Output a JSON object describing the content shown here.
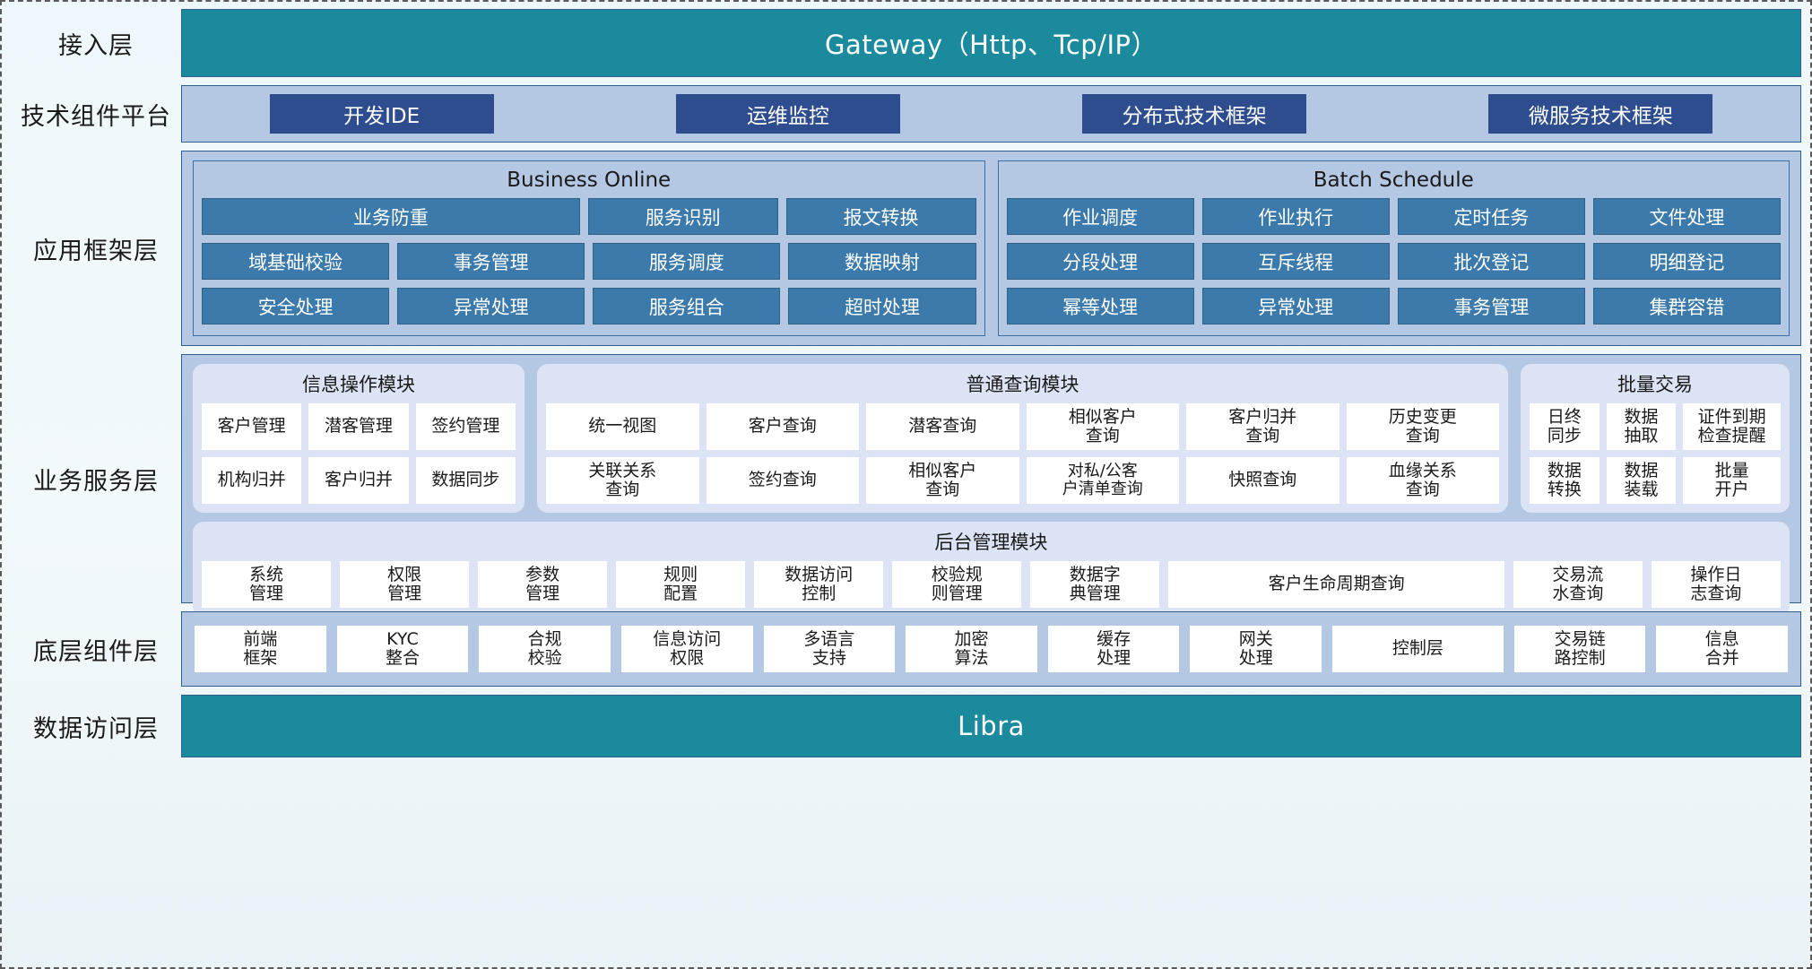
{
  "diagram": {
    "title": "Enterprise Application Architecture",
    "colors": {
      "teal": "#1b8a9c",
      "dark_blue": "#2e4d8f",
      "mid_blue": "#3b7aab",
      "panel_blue": "#b4c7e3",
      "module_blue": "#dbe3f4",
      "white": "#ffffff",
      "background": "#eef7fb"
    }
  },
  "layers": {
    "access": {
      "label": "接入层",
      "bar_text": "Gateway（Http、Tcp/IP）"
    },
    "tech_platform": {
      "label": "技术组件平台",
      "items": [
        "开发IDE",
        "运维监控",
        "分布式技术框架",
        "微服务技术框架"
      ]
    },
    "app_framework": {
      "label": "应用框架层",
      "groups": [
        {
          "title": "Business Online",
          "rows": [
            [
              {
                "text": "业务防重",
                "span": 2
              },
              {
                "text": "服务识别",
                "span": 1
              },
              {
                "text": "报文转换",
                "span": 1
              }
            ],
            [
              {
                "text": "域基础校验",
                "span": 1
              },
              {
                "text": "事务管理",
                "span": 1
              },
              {
                "text": "服务调度",
                "span": 1
              },
              {
                "text": "数据映射",
                "span": 1
              }
            ],
            [
              {
                "text": "安全处理",
                "span": 1
              },
              {
                "text": "异常处理",
                "span": 1
              },
              {
                "text": "服务组合",
                "span": 1
              },
              {
                "text": "超时处理",
                "span": 1
              }
            ]
          ]
        },
        {
          "title": "Batch Schedule",
          "rows": [
            [
              {
                "text": "作业调度",
                "span": 1
              },
              {
                "text": "作业执行",
                "span": 1
              },
              {
                "text": "定时任务",
                "span": 1
              },
              {
                "text": "文件处理",
                "span": 1
              }
            ],
            [
              {
                "text": "分段处理",
                "span": 1
              },
              {
                "text": "互斥线程",
                "span": 1
              },
              {
                "text": "批次登记",
                "span": 1
              },
              {
                "text": "明细登记",
                "span": 1
              }
            ],
            [
              {
                "text": "幂等处理",
                "span": 1
              },
              {
                "text": "异常处理",
                "span": 1
              },
              {
                "text": "事务管理",
                "span": 1
              },
              {
                "text": "集群容错",
                "span": 1
              }
            ]
          ]
        }
      ]
    },
    "business_service": {
      "label": "业务服务层",
      "top_modules": [
        {
          "title": "信息操作模块",
          "rows": [
            [
              "客户管理",
              "潜客管理",
              "签约管理"
            ],
            [
              "机构归并",
              "客户归并",
              "数据同步"
            ]
          ]
        },
        {
          "title": "普通查询模块",
          "rows": [
            [
              "统一视图",
              "客户查询",
              "潜客查询",
              "相似客户\n查询",
              "客户归并\n查询",
              "历史变更\n查询"
            ],
            [
              "关联关系\n查询",
              "签约查询",
              "相似客户\n查询",
              "对私/公客\n户清单查询",
              "快照查询",
              "血缘关系\n查询"
            ]
          ]
        },
        {
          "title": "批量交易",
          "rows": [
            [
              "日终\n同步",
              "数据\n抽取",
              "证件到期\n检查提醒"
            ],
            [
              "数据\n转换",
              "数据\n装载",
              "批量\n开户"
            ]
          ]
        }
      ],
      "bottom_module": {
        "title": "后台管理模块",
        "items": [
          {
            "text": "系统\n管理",
            "wide": false
          },
          {
            "text": "权限\n管理",
            "wide": false
          },
          {
            "text": "参数\n管理",
            "wide": false
          },
          {
            "text": "规则\n配置",
            "wide": false
          },
          {
            "text": "数据访问\n控制",
            "wide": false
          },
          {
            "text": "校验规\n则管理",
            "wide": false
          },
          {
            "text": "数据字\n典管理",
            "wide": false
          },
          {
            "text": "客户生命周期查询",
            "wide": true
          },
          {
            "text": "交易流\n水查询",
            "wide": false
          },
          {
            "text": "操作日\n志查询",
            "wide": false
          }
        ]
      }
    },
    "base_components": {
      "label": "底层组件层",
      "items": [
        {
          "text": "前端\n框架",
          "wide": false
        },
        {
          "text": "KYC\n整合",
          "wide": false
        },
        {
          "text": "合规\n校验",
          "wide": false
        },
        {
          "text": "信息访问\n权限",
          "wide": false
        },
        {
          "text": "多语言\n支持",
          "wide": false
        },
        {
          "text": "加密\n算法",
          "wide": false
        },
        {
          "text": "缓存\n处理",
          "wide": false
        },
        {
          "text": "网关\n处理",
          "wide": false
        },
        {
          "text": "控制层",
          "wide": true
        },
        {
          "text": "交易链\n路控制",
          "wide": false
        },
        {
          "text": "信息\n合并",
          "wide": false
        }
      ]
    },
    "data_access": {
      "label": "数据访问层",
      "bar_text": "Libra"
    }
  }
}
